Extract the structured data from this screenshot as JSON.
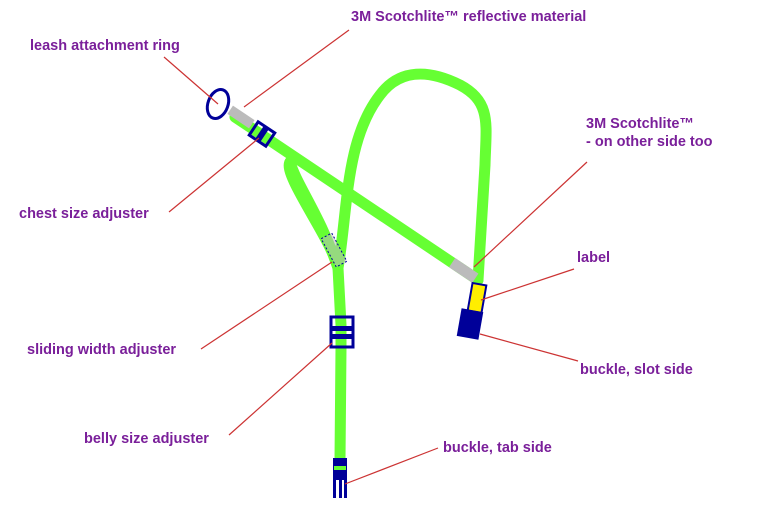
{
  "colors": {
    "strap": "#66ff33",
    "hardware": "#000099",
    "reflective": "#bbbbbb",
    "label_patch": "#ffee00",
    "leader_line": "#cc3333",
    "label_text": "#7a1f9a"
  },
  "labels": {
    "reflective_top": "3M Scotchlite™ reflective material",
    "leash_ring": "leash attachment ring",
    "reflective_other_line1": "3M Scotchlite™",
    "reflective_other_line2": "- on other side too",
    "chest_adjuster": "chest size adjuster",
    "label": "label",
    "sliding_width": "sliding width adjuster",
    "buckle_slot": "buckle, slot side",
    "belly_adjuster": "belly size adjuster",
    "buckle_tab": "buckle, tab side"
  }
}
